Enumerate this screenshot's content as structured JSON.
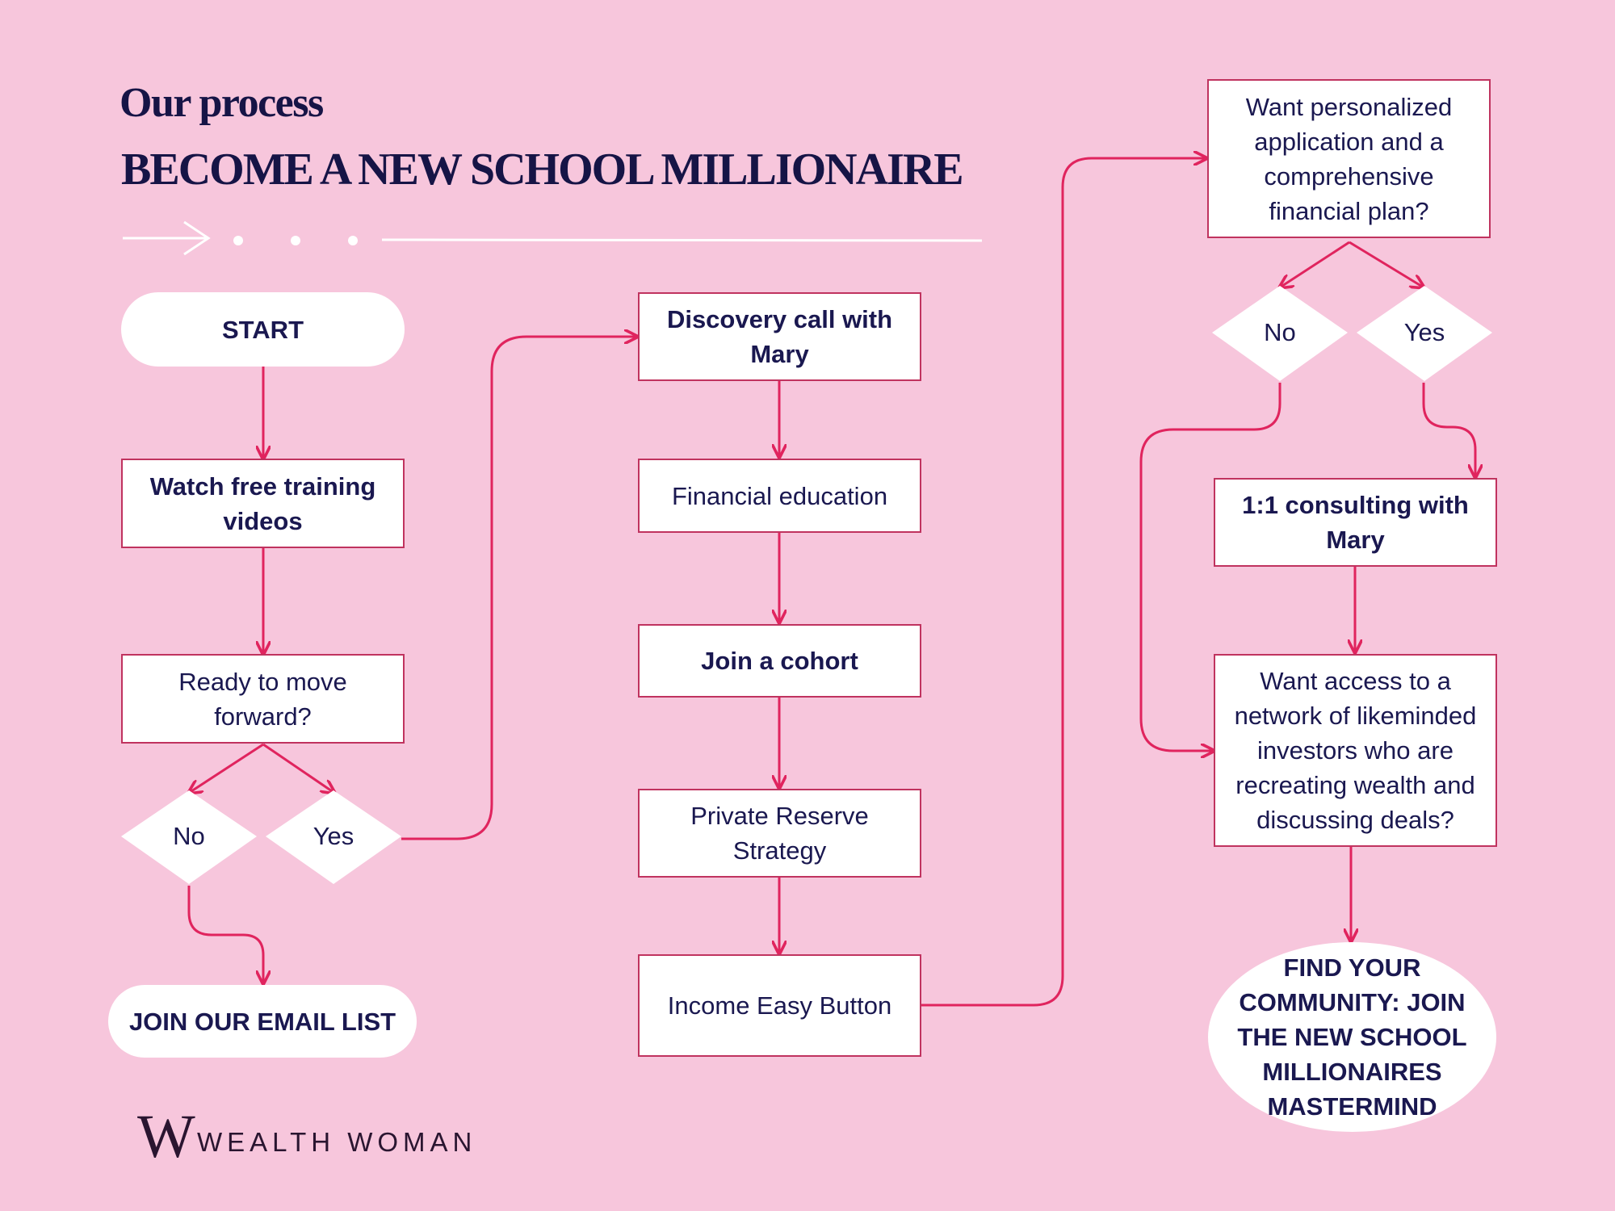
{
  "header": {
    "subtitle": "Our process",
    "title": "BECOME A NEW SCHOOL MILLIONAIRE"
  },
  "nodes": {
    "start": "START",
    "watch_videos": "Watch free training videos",
    "ready_forward": "Ready to move forward?",
    "join_email": "JOIN OUR EMAIL LIST",
    "discovery_call": "Discovery call with Mary",
    "financial_education": "Financial education",
    "join_cohort": "Join a cohort",
    "private_reserve": "Private Reserve Strategy",
    "income_easy": "Income Easy Button",
    "personalized_plan": "Want personalized application and a comprehensive financial plan?",
    "consulting": "1:1 consulting with Mary",
    "network_access": "Want access to a network of likeminded investors who are recreating wealth and discussing deals?",
    "find_community": "FIND YOUR COMMUNITY: JOIN THE NEW SCHOOL MILLIONAIRES MASTERMIND"
  },
  "decisions": {
    "no": "No",
    "yes": "Yes"
  },
  "brand": {
    "logo_mark": "W",
    "name": "WEALTH WOMAN"
  },
  "colors": {
    "background": "#f7c6dc",
    "accent": "#e0245e",
    "text": "#1a1850"
  }
}
